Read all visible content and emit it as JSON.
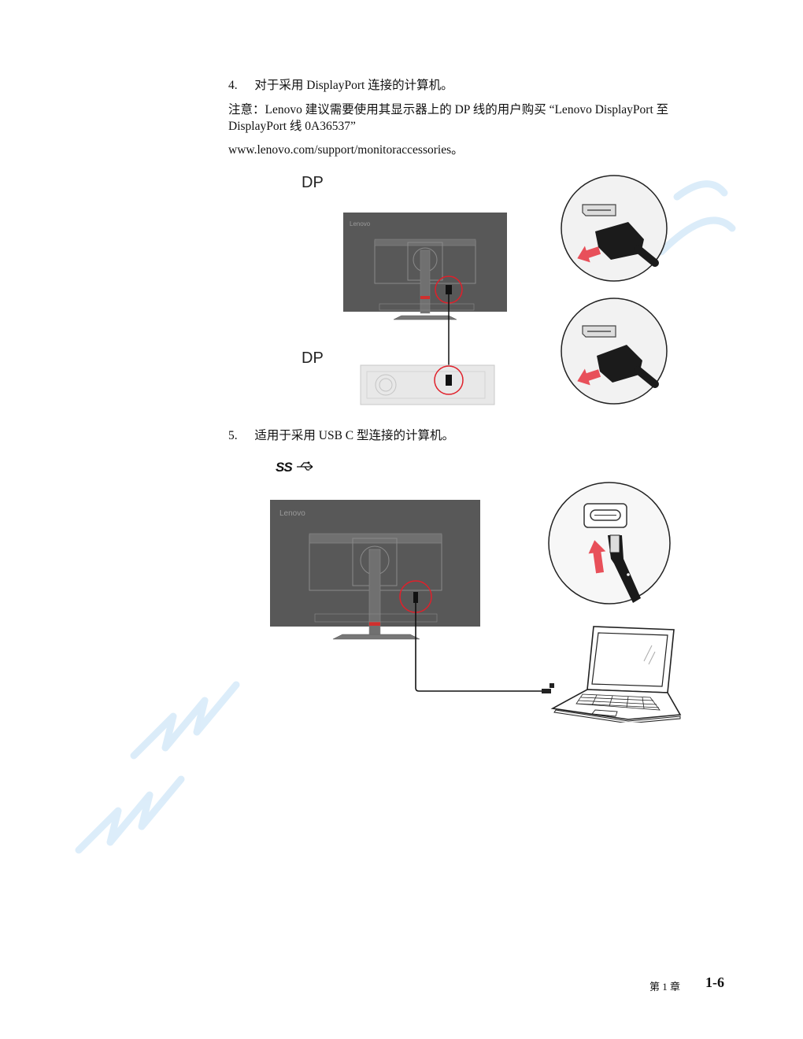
{
  "step4": {
    "number": "4.",
    "text": "对于采用 DisplayPort 连接的计算机。",
    "note_line1": "注意：Lenovo 建议需要使用其显示器上的 DP 线的用户购买 “Lenovo DisplayPort 至",
    "note_line2": "DisplayPort 线 0A36537”",
    "url": "www.lenovo.com/support/monitoraccessories。"
  },
  "figure1": {
    "dp_label_top": "DP",
    "dp_label_bottom": "DP",
    "monitor_brand": "Lenovo"
  },
  "step5": {
    "number": "5.",
    "text": "适用于采用 USB C 型连接的计算机。"
  },
  "figure2": {
    "usb_symbol": "SS",
    "monitor_brand": "Lenovo"
  },
  "colors": {
    "monitor": "#585858",
    "highlight_circle": "#e0202a",
    "arrow": "#e8505a",
    "watermark": "#cfe6f8"
  },
  "footer": {
    "chapter": "第 1 章",
    "page": "1-6"
  }
}
